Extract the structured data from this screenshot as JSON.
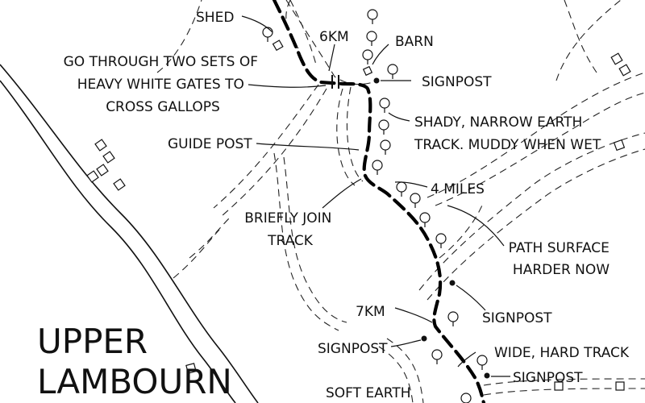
{
  "map": {
    "place": [
      "UPPER",
      "LAMBOURN"
    ],
    "labels": {
      "shed": "SHED",
      "km6": "6KM",
      "barn": "BARN",
      "signpost1": "SIGNPOST",
      "gates": [
        "GO THROUGH TWO SETS OF",
        "HEAVY WHITE GATES TO",
        "CROSS GALLOPS"
      ],
      "shady": [
        "SHADY, NARROW EARTH",
        "TRACK. MUDDY WHEN WET"
      ],
      "guide_post": "GUIDE POST",
      "miles4": "4 MILES",
      "briefly": [
        "BRIEFLY JOIN",
        "TRACK"
      ],
      "path_surface": [
        "PATH SURFACE",
        "HARDER NOW"
      ],
      "signpost2": "SIGNPOST",
      "km7": "7KM",
      "signpost3": "SIGNPOST",
      "wide": "WIDE, HARD TRACK",
      "signpost4": "SIGNPOST",
      "soft_earth": "SOFT EARTH"
    }
  }
}
